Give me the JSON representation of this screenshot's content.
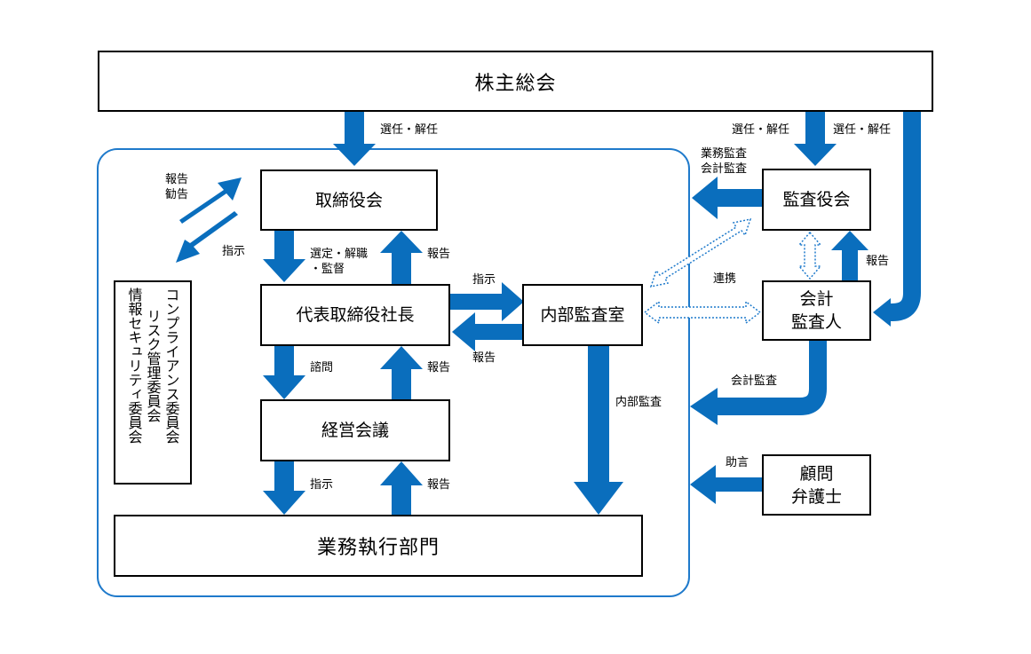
{
  "colors": {
    "arrow": "#0a6ebd",
    "border_blue": "#1f7acb",
    "box_border": "#000000"
  },
  "boxes": {
    "shareholders_meeting": "株主総会",
    "board_of_directors": "取締役会",
    "president": "代表取締役社長",
    "management_meeting": "経営会議",
    "business_divisions": "業務執行部門",
    "internal_audit": "内部監査室",
    "audit_board": "監査役会",
    "accounting_auditor_line1": "会計",
    "accounting_auditor_line2": "監査人",
    "advisor_line1": "顧問",
    "advisor_line2": "弁護士"
  },
  "committees": {
    "compliance": "コンプライアンス委員会",
    "risk": "リスク管理委員会",
    "infosec": "情報セキュリティ委員会"
  },
  "labels": {
    "elect_dismiss_board": "選任・解任",
    "elect_dismiss_audit": "選任・解任",
    "elect_dismiss_auditor": "選任・解任",
    "report_advise_1": "報告",
    "report_advise_2": "勧告",
    "instruct_committees": "指示",
    "select_1": "選定・解職",
    "select_2": "・監督",
    "report_board": "報告",
    "consult": "諮問",
    "report_president": "報告",
    "instruct_divisions": "指示",
    "report_divisions": "報告",
    "instruct_audit": "指示",
    "report_audit": "報告",
    "internal_audit_label": "内部監査",
    "business_audit_1": "業務監査",
    "business_audit_2": "会計監査",
    "cooperation": "連携",
    "report_auditor": "報告",
    "accounting_audit": "会計監査",
    "legal_advice": "助言"
  }
}
